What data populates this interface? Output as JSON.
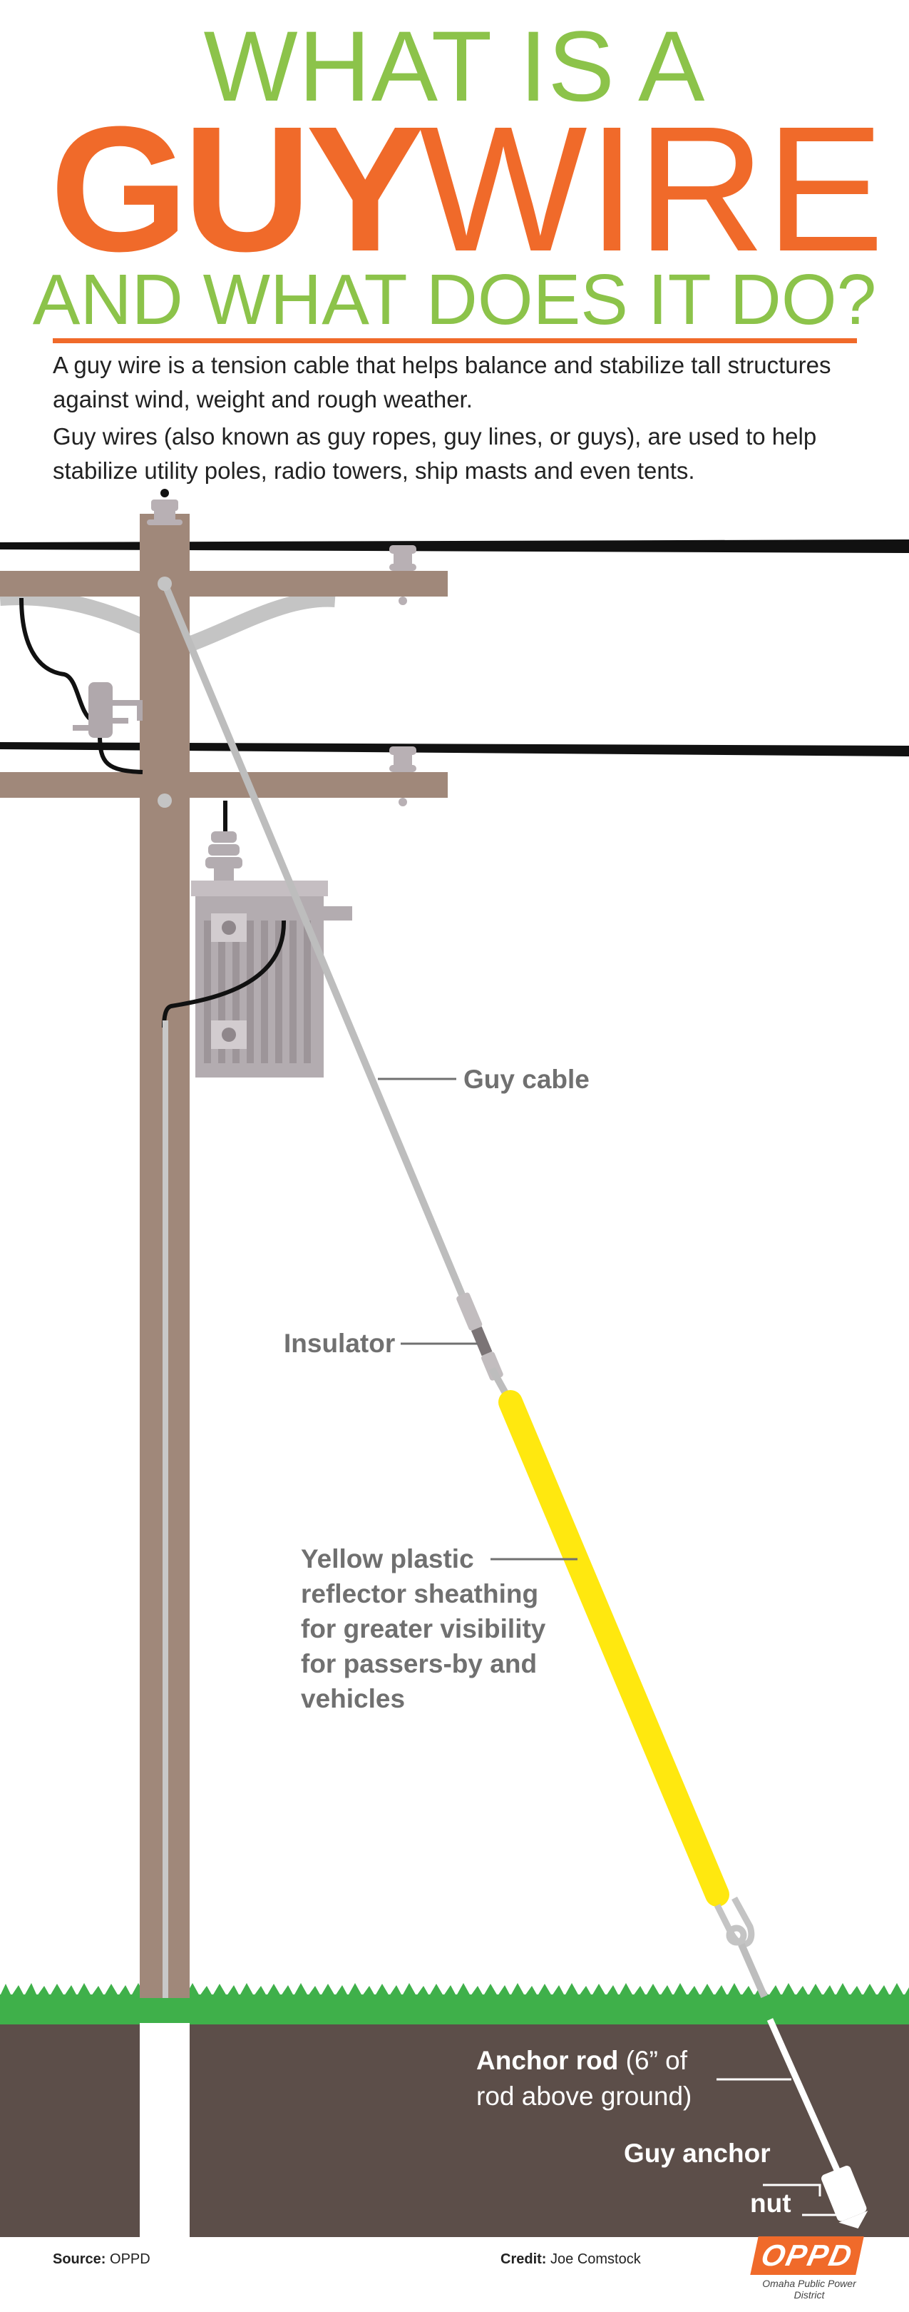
{
  "title": {
    "line1": "WHAT IS A",
    "guy": "GUY",
    "wire": "WIRE",
    "line3": "AND WHAT DOES IT DO?"
  },
  "intro": [
    "A guy wire is a tension cable that helps balance and stabilize tall structures against wind, weight and rough weather.",
    "Guy wires (also known as guy ropes, guy lines, or guys), are used to help stabilize utility poles, radio towers, ship masts and even tents."
  ],
  "labels": {
    "guy_cable": "Guy cable",
    "insulator": "Insulator",
    "sheathing": [
      "Yellow plastic",
      "reflector sheathing",
      "for greater visibility",
      "for passers-by and",
      "vehicles"
    ],
    "anchor_rod_bold": "Anchor rod",
    "anchor_rod_rest": " (6” of",
    "anchor_rod_line2": "rod above ground)",
    "guy_anchor": "Guy anchor",
    "nut": "nut"
  },
  "footer": {
    "source_label": "Source:",
    "source_value": "OPPD",
    "credit_label": "Credit:",
    "credit_value": "Joe Comstock",
    "logo_text": "OPPD",
    "logo_sub": "Omaha Public Power District"
  },
  "colors": {
    "title_green": "#8cc34a",
    "title_orange": "#f06a2a",
    "pole_brown": "#a0887a",
    "ground_brown": "#5c4e49",
    "grass_green": "#3fb04a",
    "sheath_yellow": "#ffe80f",
    "cable_gray": "#bdbdbd",
    "label_gray": "#707070"
  }
}
